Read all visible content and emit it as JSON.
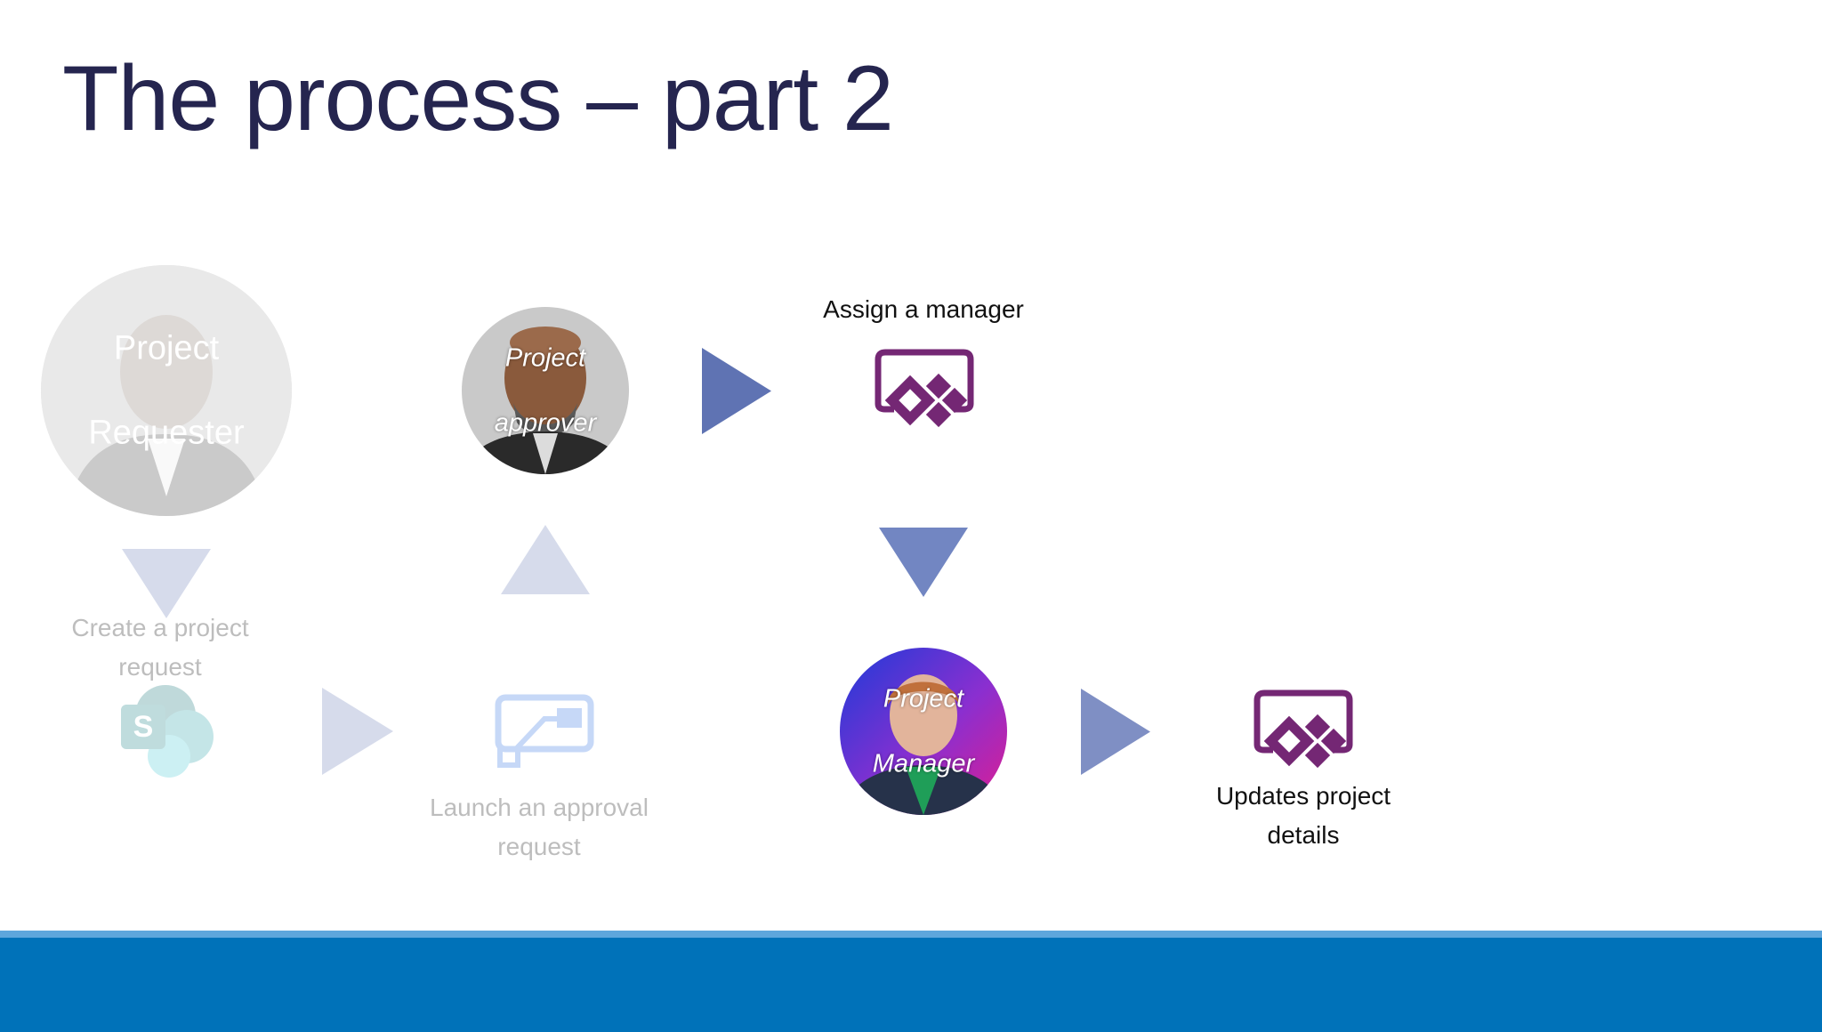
{
  "slide": {
    "title": "The process – part 2"
  },
  "nodes": {
    "requester": {
      "label_line1": "Project",
      "label_line2": "Requester"
    },
    "approver": {
      "label_line1": "Project",
      "label_line2": "approver"
    },
    "manager": {
      "label_line1": "Project",
      "label_line2": "Manager"
    }
  },
  "steps": {
    "create_request": {
      "line1": "Create a project",
      "line2": "request",
      "icon": "sharepoint-icon"
    },
    "launch_approval": {
      "line1": "Launch an approval",
      "line2": "request",
      "icon": "power-automate-icon"
    },
    "assign_manager": {
      "line1": "Assign a manager",
      "icon": "power-apps-icon"
    },
    "update_details": {
      "line1": "Updates project",
      "line2": "details",
      "icon": "power-apps-icon"
    }
  },
  "colors": {
    "title": "#25254f",
    "arrow_active": "#5f73b3",
    "arrow_faded": "#c6cde6",
    "power_apps": "#742774",
    "band": "#0072b9",
    "band_edge": "#5ea6dc"
  }
}
